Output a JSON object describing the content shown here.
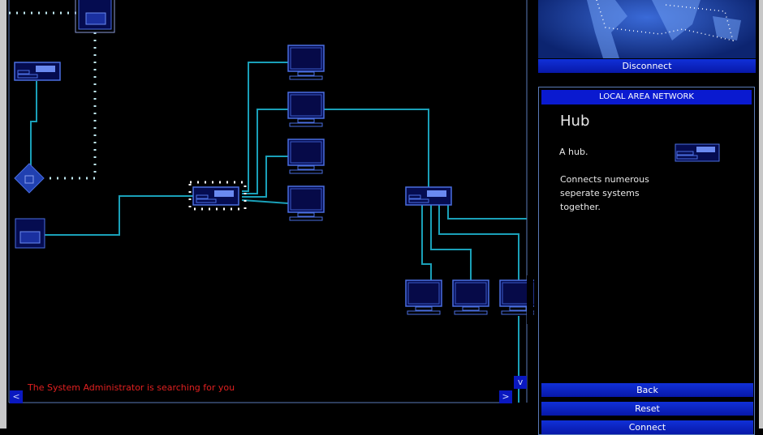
{
  "map": {
    "disconnect_label": "Disconnect"
  },
  "lan_panel": {
    "title": "LOCAL AREA NETWORK",
    "node_name": "Hub",
    "short_desc": "A hub.",
    "description_lines": [
      "Connects numerous",
      "seperate systems",
      "together."
    ],
    "icon": "hub-icon"
  },
  "buttons": {
    "back": "Back",
    "reset": "Reset",
    "connect": "Connect"
  },
  "status_message": "The System Administrator is searching for you",
  "scroll": {
    "left": "<",
    "right": ">",
    "down": "v"
  },
  "colors": {
    "link": "#1aa0b8",
    "node": "#4a6ee0",
    "node_fill": "#050c50",
    "panel_button": "#0a1ad0",
    "warning": "#e02020"
  }
}
